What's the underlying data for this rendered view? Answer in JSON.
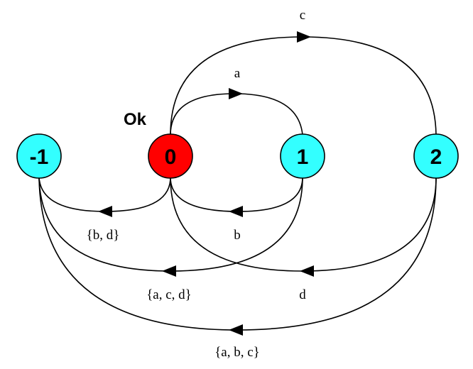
{
  "annotation": "Ok",
  "colors": {
    "initial_state": "#ff0000",
    "state": "#33ffff",
    "stroke": "#000000"
  },
  "states": {
    "s_m1": {
      "label": "-1",
      "initial": false
    },
    "s_0": {
      "label": "0",
      "initial": true
    },
    "s_1": {
      "label": "1",
      "initial": false
    },
    "s_2": {
      "label": "2",
      "initial": false
    }
  },
  "transitions": {
    "t_0_1": {
      "from": "0",
      "to": "1",
      "label": "a"
    },
    "t_1_0": {
      "from": "1",
      "to": "0",
      "label": "b"
    },
    "t_0_2": {
      "from": "0",
      "to": "2",
      "label": "c"
    },
    "t_2_0": {
      "from": "2",
      "to": "0",
      "label": "d"
    },
    "t_0_m1": {
      "from": "0",
      "to": "-1",
      "label": "{b, d}"
    },
    "t_1_m1": {
      "from": "1",
      "to": "-1",
      "label": "{a, c, d}"
    },
    "t_2_m1": {
      "from": "2",
      "to": "-1",
      "label": "{a, b, c}"
    }
  }
}
